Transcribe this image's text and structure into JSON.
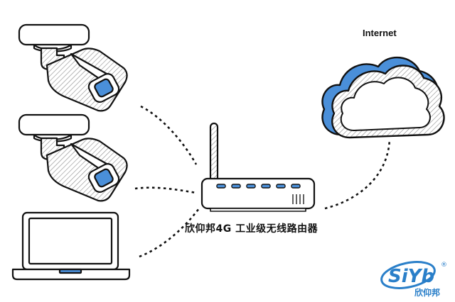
{
  "diagram": {
    "cloud_label": "Internet",
    "router_label": "欣仰邦4G 工业级无线路由器"
  },
  "logo": {
    "mark": "SiYb",
    "registered": "®",
    "cn_name": "欣仰邦"
  },
  "colors": {
    "accent_blue": "#4a8fd9",
    "line": "#111111",
    "hatch": "#9a9a9a"
  }
}
